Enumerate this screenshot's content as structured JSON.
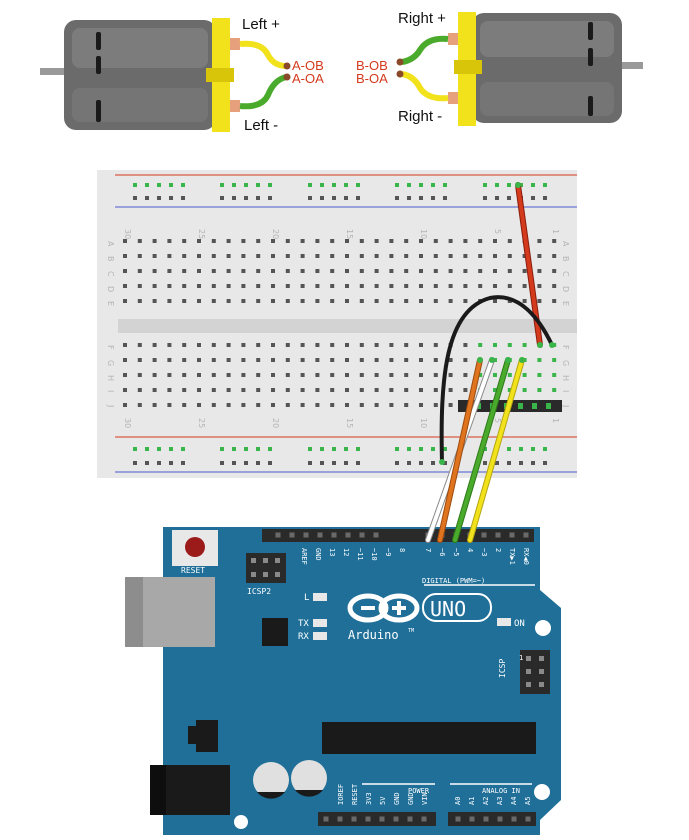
{
  "motor_left": {
    "label_top": "Left +",
    "label_bottom": "Left -",
    "pin_b": "A-OB",
    "pin_a": "A-OA"
  },
  "motor_right": {
    "label_top": "Right +",
    "label_bottom": "Right -",
    "pin_b": "B-OB",
    "pin_a": "B-OA"
  },
  "breadboard": {
    "column_numbers_top": [
      "30",
      "25",
      "20",
      "15",
      "10",
      "5",
      "1"
    ],
    "column_numbers_bottom": [
      "30",
      "25",
      "20",
      "15",
      "10",
      "5",
      "1"
    ],
    "row_letters_top": [
      "A",
      "B",
      "C",
      "D",
      "E"
    ],
    "row_letters_bottom": [
      "F",
      "G",
      "H",
      "I",
      "J"
    ]
  },
  "arduino": {
    "reset_label": "RESET",
    "icsp2_label": "ICSP2",
    "icsp_label": "ICSP",
    "digital_header_label": "DIGITAL (PWM=~)",
    "digital_pins": [
      "AREF",
      "GND",
      "13",
      "12",
      "~11",
      "~10",
      "~9",
      "8",
      "7",
      "~6",
      "~5",
      "4",
      "~3",
      "2",
      "TX▶1",
      "RX◀0"
    ],
    "led_l": "L",
    "led_tx": "TX",
    "led_rx": "RX",
    "led_on": "ON",
    "brand": "Arduino",
    "trademark": "TM",
    "model": "UNO",
    "power_header_label": "POWER",
    "power_pins": [
      "IOREF",
      "RESET",
      "3V3",
      "5V",
      "GND",
      "GND",
      "VIN"
    ],
    "analog_header_label": "ANALOG IN",
    "analog_pins": [
      "A0",
      "A1",
      "A2",
      "A3",
      "A4",
      "A5"
    ]
  },
  "colors": {
    "arduino_blue": "#1f6f99",
    "wire_red": "#d43a1c",
    "wire_black": "#1a1a1a",
    "wire_orange": "#e0731e",
    "wire_green": "#4aaa2c",
    "wire_yellow": "#f2e21c",
    "wire_white": "#ffffff",
    "motor_yellow": "#f2e21c",
    "hole_green": "#3ab54a"
  }
}
